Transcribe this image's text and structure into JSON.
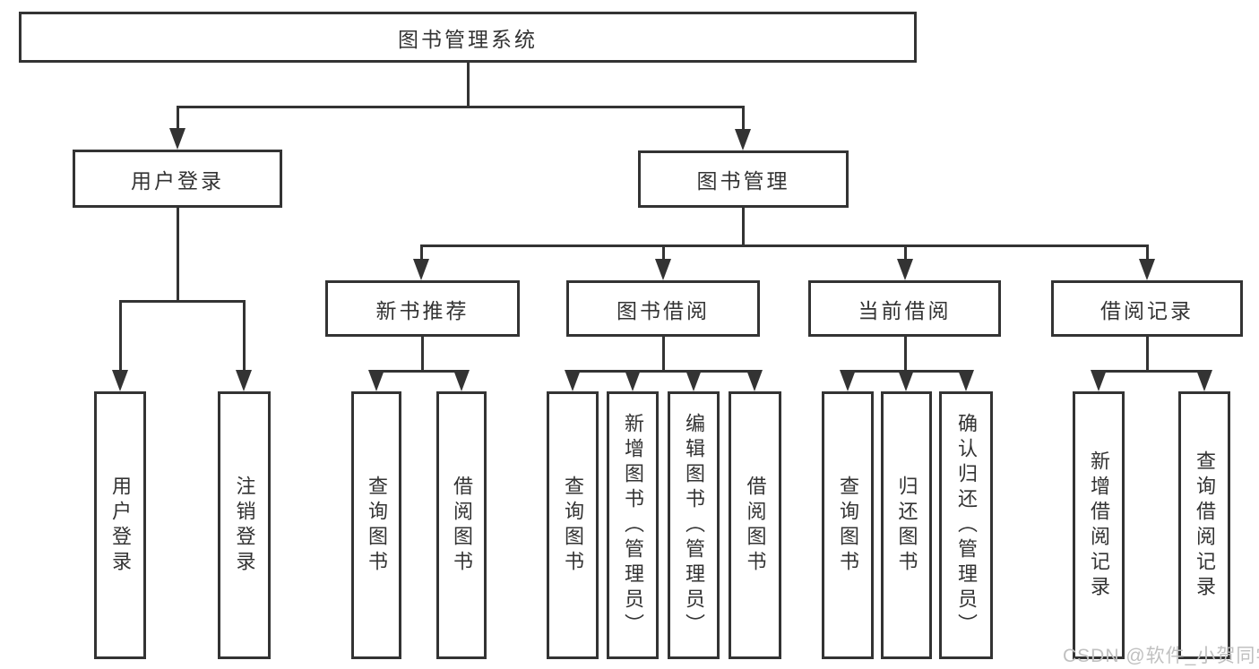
{
  "root": {
    "label": "图书管理系统"
  },
  "level2": [
    {
      "id": "user-login",
      "label": "用户登录"
    },
    {
      "id": "book-management",
      "label": "图书管理"
    }
  ],
  "level3": [
    {
      "id": "new-book-recommend",
      "label": "新书推荐"
    },
    {
      "id": "book-borrowing",
      "label": "图书借阅"
    },
    {
      "id": "current-borrowing",
      "label": "当前借阅"
    },
    {
      "id": "borrowing-records",
      "label": "借阅记录"
    }
  ],
  "leaves": [
    {
      "id": "user-login",
      "parent": "用户登录",
      "label": "用户登录"
    },
    {
      "id": "logout",
      "parent": "用户登录",
      "label": "注销登录"
    },
    {
      "id": "query-books-recommend",
      "parent": "新书推荐",
      "label": "查询图书"
    },
    {
      "id": "borrow-books-recommend",
      "parent": "新书推荐",
      "label": "借阅图书"
    },
    {
      "id": "query-books-borrowing",
      "parent": "图书借阅",
      "label": "查询图书"
    },
    {
      "id": "add-books-admin",
      "parent": "图书借阅",
      "label": "新增图书（管理员）"
    },
    {
      "id": "edit-books-admin",
      "parent": "图书借阅",
      "label": "编辑图书（管理员）"
    },
    {
      "id": "borrow-books-borrowing",
      "parent": "图书借阅",
      "label": "借阅图书"
    },
    {
      "id": "query-books-current",
      "parent": "当前借阅",
      "label": "查询图书"
    },
    {
      "id": "return-books",
      "parent": "当前借阅",
      "label": "归还图书"
    },
    {
      "id": "confirm-return-admin",
      "parent": "当前借阅",
      "label": "确认归还（管理员）"
    },
    {
      "id": "add-borrow-record",
      "parent": "借阅记录",
      "label": "新增借阅记录"
    },
    {
      "id": "query-borrow-record",
      "parent": "借阅记录",
      "label": "查询借阅记录"
    }
  ],
  "watermark": {
    "text": "CSDN @软件_小贺同学",
    "color": "#c0c0c0"
  },
  "colors": {
    "line": "#333333",
    "text": "#333333",
    "background": "#ffffff"
  }
}
